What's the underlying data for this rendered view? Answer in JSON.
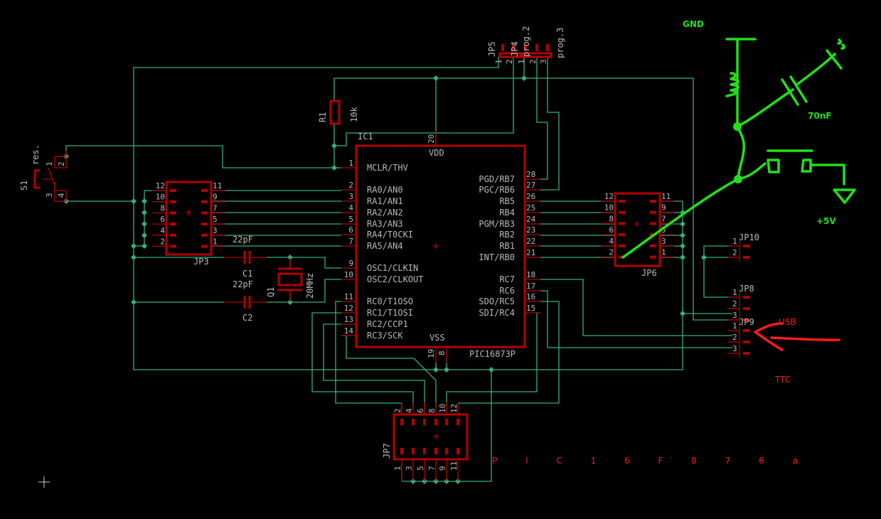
{
  "ic": {
    "ref": "IC1",
    "value": "PIC16873P",
    "top_label": "VDD",
    "bottom_label": "VSS",
    "top_pin": "20",
    "bottom_pins": [
      "19",
      "8"
    ],
    "left_pins": [
      {
        "num": "1",
        "name": "MCLR/THV"
      },
      {
        "num": "2",
        "name": "RA0/AN0"
      },
      {
        "num": "3",
        "name": "RA1/AN1"
      },
      {
        "num": "4",
        "name": "RA2/AN2"
      },
      {
        "num": "5",
        "name": "RA3/AN3"
      },
      {
        "num": "6",
        "name": "RA4/T0CKI"
      },
      {
        "num": "7",
        "name": "RA5/AN4"
      },
      {
        "num": "9",
        "name": "OSC1/CLKIN"
      },
      {
        "num": "10",
        "name": "OSC2/CLKOUT"
      },
      {
        "num": "11",
        "name": "RC0/T1OSO"
      },
      {
        "num": "12",
        "name": "RC1/T1OSI"
      },
      {
        "num": "13",
        "name": "RC2/CCP1"
      },
      {
        "num": "14",
        "name": "RC3/SCK"
      }
    ],
    "right_pins": [
      {
        "num": "28",
        "name": "PGD/RB7"
      },
      {
        "num": "27",
        "name": "PGC/RB6"
      },
      {
        "num": "26",
        "name": "RB5"
      },
      {
        "num": "25",
        "name": "RB4"
      },
      {
        "num": "24",
        "name": "PGM/RB3"
      },
      {
        "num": "23",
        "name": "RB2"
      },
      {
        "num": "22",
        "name": "RB1"
      },
      {
        "num": "21",
        "name": "INT/RB0"
      },
      {
        "num": "18",
        "name": "RC7"
      },
      {
        "num": "17",
        "name": "RC6"
      },
      {
        "num": "16",
        "name": "SDO/RC5"
      },
      {
        "num": "15",
        "name": "SDI/RC4"
      }
    ]
  },
  "headers": {
    "jp3": {
      "ref": "JP3",
      "left": [
        "12",
        "10",
        "8",
        "6",
        "4",
        "2"
      ],
      "right": [
        "11",
        "9",
        "7",
        "5",
        "3",
        "1"
      ]
    },
    "jp6": {
      "ref": "JP6",
      "left": [
        "12",
        "10",
        "8",
        "6",
        "4",
        "2"
      ],
      "right": [
        "11",
        "9",
        "7",
        "5",
        "3",
        "1"
      ]
    },
    "jp7": {
      "ref": "JP7",
      "top": [
        "2",
        "4",
        "6",
        "8",
        "10",
        "12"
      ],
      "bottom": [
        "1",
        "3",
        "5",
        "7",
        "9",
        "11"
      ]
    },
    "jp10": {
      "ref": "JP10",
      "pins": [
        "1",
        "2"
      ]
    },
    "jp8": {
      "ref": "JP8",
      "pins": [
        "1",
        "2",
        "3"
      ]
    },
    "jp9": {
      "ref": "JP9",
      "pins": [
        "1",
        "2",
        "3"
      ]
    },
    "jp5": {
      "ref": "JP5",
      "pins": [
        "1",
        "2"
      ]
    },
    "jp4": {
      "ref": "JP4",
      "pins": [
        "1",
        "2"
      ]
    },
    "prog2": {
      "ref": "prog.2",
      "pins": [
        "2"
      ]
    },
    "prog3": {
      "ref": "prog.3",
      "pins": [
        "3"
      ]
    }
  },
  "parts": {
    "r1": {
      "ref": "R1",
      "value": "10k"
    },
    "c1": {
      "ref": "C1",
      "value": "22pF"
    },
    "c2": {
      "ref": "C2",
      "value": "22pF"
    },
    "q1": {
      "ref": "Q1",
      "value": "20MHz"
    },
    "s1": {
      "ref": "S1",
      "value": "res.",
      "pins": [
        "1",
        "2",
        "3",
        "4"
      ]
    }
  },
  "annotations": {
    "gnd": "GND",
    "cap": "70nF",
    "vplus": "+5V",
    "usb": "USB",
    "ttc": "TTC",
    "chip": "PIC16F876a"
  },
  "colors": {
    "wire": "#35b07e",
    "part": "#b40000",
    "text": "#b9b9b9",
    "hand_green": "#22e01a",
    "hand_red": "#ff1a1a",
    "background": "#000000"
  }
}
